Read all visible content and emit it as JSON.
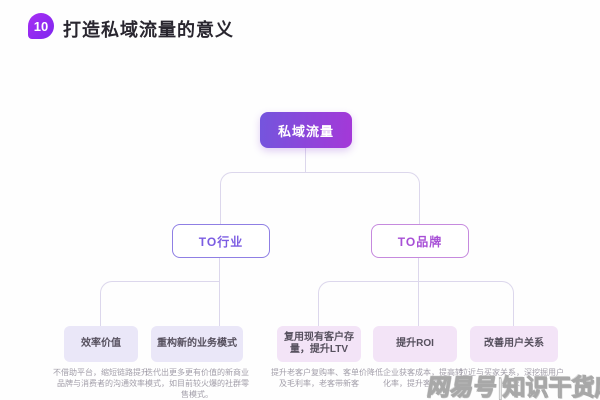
{
  "header": {
    "badge": "10",
    "title": "打造私域流量的意义"
  },
  "tree": {
    "root": {
      "label": "私域流量"
    },
    "branches": [
      {
        "label": "TO行业",
        "children": [
          {
            "label": "效率价值",
            "desc": "不借助平台，缩短链路提升品牌与消费者的沟通效率"
          },
          {
            "label": "重构新的业务模式",
            "desc": "迭代出更多更有价值的新商业模式，如目前较火爆的社群零售模式。"
          }
        ]
      },
      {
        "label": "TO品牌",
        "children": [
          {
            "label": "复用现有客户存量，提升LTV",
            "desc": "提升老客户复购率、客单价及毛利率，老客带新客"
          },
          {
            "label": "提升ROI",
            "desc": "降低企业获客成本，提高转化率，提升客单价"
          },
          {
            "label": "改善用户关系",
            "desc": "拉近与买家关系，深挖掘用户需求"
          }
        ]
      }
    ]
  },
  "watermark": {
    "brand": "网易号",
    "separator": "|",
    "name": "知识干货库"
  },
  "colors": {
    "badge_gradient_start": "#a82ef4",
    "badge_gradient_end": "#7d26ee",
    "root_gradient_start": "#7455dd",
    "root_gradient_end": "#a438d8",
    "industry_border": "#8f7fe4",
    "industry_text": "#7b5ce2",
    "brand_border": "#c68ade",
    "brand_text": "#a74fd6",
    "leaf_lavender_bg": "#eae7f8",
    "leaf_pink_bg": "#f3e4f7",
    "connector": "#dcd7ec",
    "desc_text": "#a29ea9"
  }
}
